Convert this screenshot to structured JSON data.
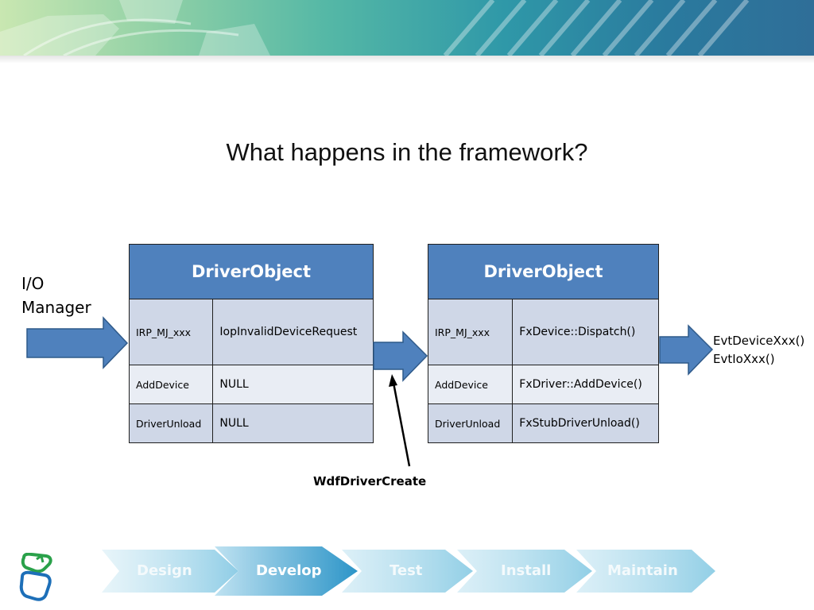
{
  "slide": {
    "title": "What happens in the framework?"
  },
  "io_manager": {
    "line1": "I/O",
    "line2": "Manager"
  },
  "left_table": {
    "header": "DriverObject",
    "rows": [
      {
        "key": "IRP_MJ_xxx",
        "value": "IopInvalidDeviceRequest"
      },
      {
        "key": "AddDevice",
        "value": "NULL"
      },
      {
        "key": "DriverUnload",
        "value": "NULL"
      }
    ]
  },
  "right_table": {
    "header": "DriverObject",
    "rows": [
      {
        "key": "IRP_MJ_xxx",
        "value": "FxDevice::Dispatch()"
      },
      {
        "key": "AddDevice",
        "value": "FxDriver::AddDevice()"
      },
      {
        "key": "DriverUnload",
        "value": "FxStubDriverUnload()"
      }
    ]
  },
  "callout": {
    "label": "WdfDriverCreate"
  },
  "events": {
    "line1": "EvtDeviceXxx()",
    "line2": "EvtIoXxx()"
  },
  "process": {
    "steps": [
      "Design",
      "Develop",
      "Test",
      "Install",
      "Maintain"
    ],
    "active": "Develop"
  },
  "colors": {
    "header_blue": "#4f81bd",
    "arrow_blue": "#4f81bd",
    "row_dark": "#cfd7e7",
    "row_light": "#e9edf4"
  },
  "icons": {
    "logo": "windows-driver-logo-icon"
  }
}
